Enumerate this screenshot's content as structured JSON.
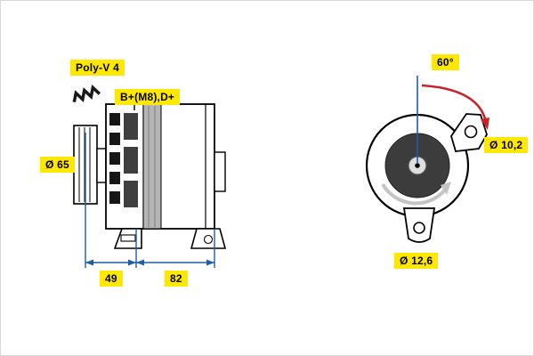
{
  "title": "Alternator technical diagram",
  "side_view": {
    "belt_label": "Poly-V 4",
    "terminal_label": "B+(M8),D+",
    "pulley_diameter": "Ø 65",
    "dim_pulley_to_body": "49",
    "dim_body_length": "82"
  },
  "rear_view": {
    "angle_label": "60°",
    "top_hole_diameter": "Ø 10,2",
    "bottom_hole_diameter": "Ø 12,6",
    "rotation_indicator": "counterclockwise-arrow"
  },
  "icons": {
    "belt_profile": "poly-v-belt-zigzag-icon"
  },
  "colors": {
    "label_bg": "#ffe800",
    "dimension_blue": "#1d5da9",
    "arrow_red": "#cc2127",
    "disc_dark": "#3c3c3c"
  }
}
